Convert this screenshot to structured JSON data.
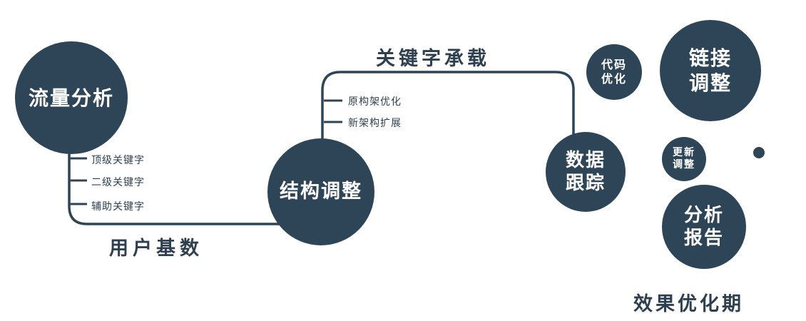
{
  "diagram": {
    "colors": {
      "node_fill": "#2e4557",
      "line": "#2e4557",
      "label_text": "#2e3f50",
      "node_text": "#ffffff"
    },
    "nodes": {
      "traffic": {
        "label": "流量分析"
      },
      "structure": {
        "label": "结构调整"
      },
      "data_tracking": {
        "line1": "数据",
        "line2": "跟踪"
      },
      "code_optimization": {
        "line1": "代码",
        "line2": "优化"
      },
      "link_adjustment": {
        "line1": "链接",
        "line2": "调整"
      },
      "update_adjustment": {
        "line1": "更新",
        "line2": "调整"
      },
      "analysis_report": {
        "line1": "分析",
        "line2": "报告"
      }
    },
    "edge_labels": {
      "user_base": "用户基数",
      "keyword_carry": "关键字承载"
    },
    "branches": {
      "traffic": [
        "顶级关键字",
        "二级关键字",
        "辅助关键字"
      ],
      "structure": [
        "原构架优化",
        "新架构扩展"
      ]
    },
    "footer": "效果优化期"
  }
}
